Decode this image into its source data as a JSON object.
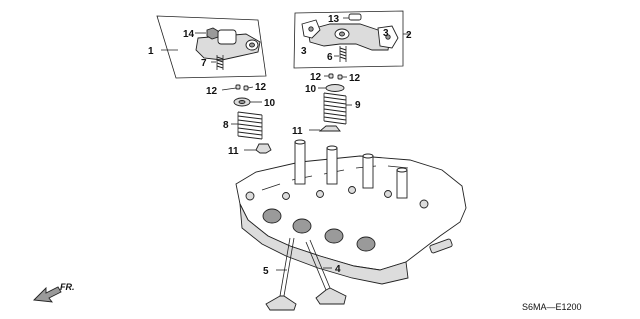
{
  "callouts": {
    "c1": "1",
    "c2": "2",
    "c3a": "3",
    "c3b": "3",
    "c4": "4",
    "c5": "5",
    "c6": "6",
    "c7": "7",
    "c8": "8",
    "c9": "9",
    "c10a": "10",
    "c10b": "10",
    "c11a": "11",
    "c11b": "11",
    "c12a": "12",
    "c12b": "12",
    "c12c": "12",
    "c12d": "12",
    "c13": "13",
    "c14": "14"
  },
  "direction_label": "FR.",
  "diagram_code": "S6MA—E1200",
  "colors": {
    "ink": "#222222",
    "fill_light": "#dcdcdc",
    "fill_dark": "#9a9a9a",
    "background": "#ffffff"
  },
  "icons": {
    "front_arrow": "arrow-icon"
  }
}
